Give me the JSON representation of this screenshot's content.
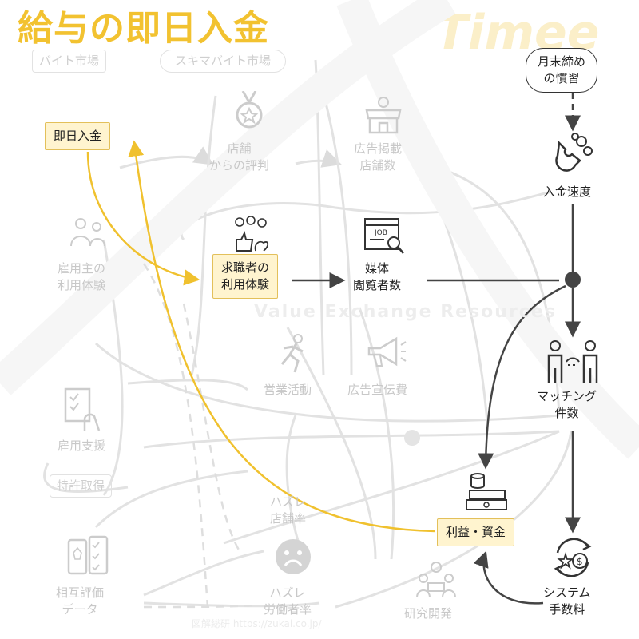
{
  "title": "給与の即日入金",
  "brand": "Timee",
  "watermark": {
    "center": "Value Exchange Resources",
    "bottom": "図解総研 https://zukai.co.jp/"
  },
  "top_pills": {
    "baito": "バイト市場",
    "sukima": "スキマバイト市場"
  },
  "nodes": {
    "sokujitsu": "即日入金",
    "tenpo_hyoban": "店舗\nからの評判",
    "koukoku_tenpo": "広告掲載\n店舗数",
    "getsumatsu": "月末締め\nの慣習",
    "nyukin_sokudo": "入金速度",
    "koyounushi": "雇用主の\n利用体験",
    "kyushokusha": "求職者の\n利用体験",
    "baitai": "媒体\n閲覧者数",
    "eigyo": "営業活動",
    "koukoku_hi": "広告宣伝費",
    "koyou_shien": "雇用支援",
    "tokkyo": "特許取得",
    "matching": "マッチング\n件数",
    "hazure_tenpo": "ハズレ\n店舗率",
    "rieki": "利益・資金",
    "sougo": "相互評価\nデータ",
    "hazure_roudou": "ハズレ\n労働者率",
    "kenkyu": "研究開発",
    "system": "システム\n手数料"
  },
  "colors": {
    "highlight": "#f2c230",
    "highlight_bg": "#fff4cf",
    "active_edge": "#444444",
    "yellow_edge": "#f0c12e",
    "faded_edge": "#dcdcdc",
    "faded_text": "#c8c8c8"
  },
  "icons": {
    "medal": "medal-icon",
    "shop": "shop-icon",
    "magnet": "magnet-coins-icon",
    "users": "users-icon",
    "job": "job-listing-icon",
    "runner": "runner-icon",
    "megaphone": "megaphone-icon",
    "checklist": "checklist-icon",
    "handshake": "handshake-icon",
    "money": "money-stack-icon",
    "phone": "phone-checklist-icon",
    "sad": "sad-face-icon",
    "team": "research-team-icon",
    "fee": "fee-cycle-icon"
  }
}
